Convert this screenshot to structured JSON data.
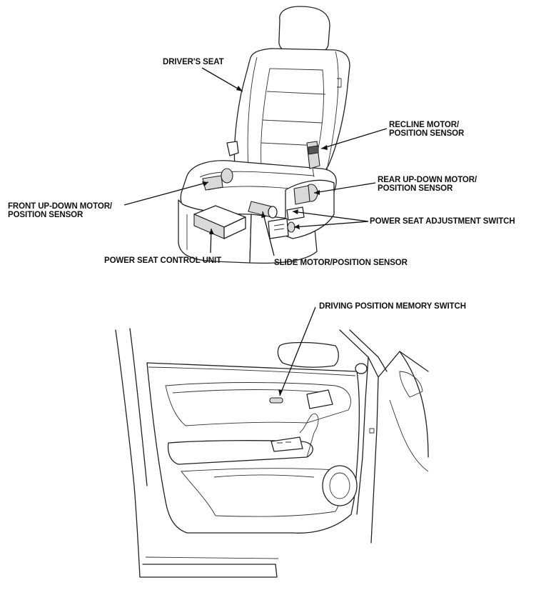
{
  "labels": {
    "drivers_seat": "DRIVER'S SEAT",
    "recline_motor_l1": "RECLINE MOTOR/",
    "recline_motor_l2": "POSITION SENSOR",
    "rear_updown_l1": "REAR UP-DOWN MOTOR/",
    "rear_updown_l2": "POSITION SENSOR",
    "front_updown_l1": "FRONT UP-DOWN MOTOR/",
    "front_updown_l2": "POSITION SENSOR",
    "power_seat_adjust_switch": "POWER SEAT ADJUSTMENT SWITCH",
    "power_seat_control_unit": "POWER SEAT CONTROL UNIT",
    "slide_motor": "SLIDE MOTOR/POSITION SENSOR",
    "driving_position_memory_switch": "DRIVING POSITION MEMORY SWITCH"
  }
}
